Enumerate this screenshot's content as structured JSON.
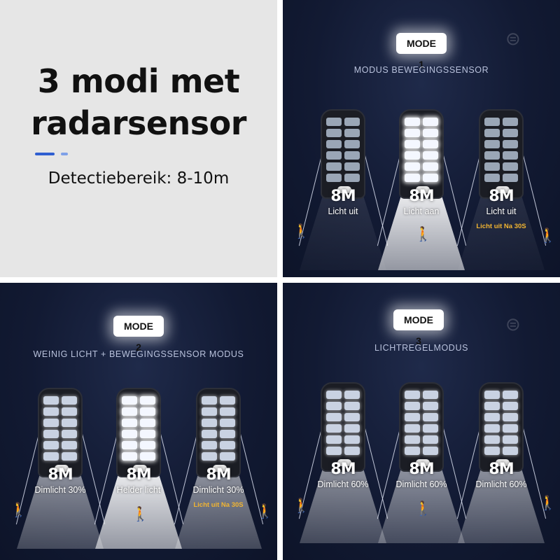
{
  "intro": {
    "headline_line1": "3 modi met",
    "headline_line2": "radarsensor",
    "subtitle": "Detectiebereik: 8-10m",
    "accent_colors": [
      "#2f5fd1",
      "#7ea0e8"
    ]
  },
  "mode1": {
    "badge": "MODE 1",
    "description": "MODUS BEWEGINGSSENSOR",
    "lamps": [
      {
        "range": "8M",
        "state": "Licht uit",
        "note": "",
        "light": "off"
      },
      {
        "range": "8M",
        "state": "Licht aan",
        "note": "",
        "light": "lit"
      },
      {
        "range": "8M",
        "state": "Licht uit",
        "note": "Licht uit Na 30S",
        "light": "off"
      }
    ]
  },
  "mode2": {
    "badge": "MODE 2",
    "description": "WEINIG LICHT + BEWEGINGSSENSOR MODUS",
    "lamps": [
      {
        "range": "8M",
        "state": "Dimlicht 30%",
        "note": "",
        "light": "dim"
      },
      {
        "range": "8M",
        "state": "Helder licht",
        "note": "",
        "light": "lit"
      },
      {
        "range": "8M",
        "state": "Dimlicht 30%",
        "note": "Licht uit Na 30S",
        "light": "dim"
      }
    ]
  },
  "mode3": {
    "badge": "MODE 3",
    "description": "LICHTREGELMODUS",
    "lamps": [
      {
        "range": "8M",
        "state": "Dimlicht 60%",
        "note": "",
        "light": "dim"
      },
      {
        "range": "8M",
        "state": "Dimlicht 60%",
        "note": "",
        "light": "dim"
      },
      {
        "range": "8M",
        "state": "Dimlicht 60%",
        "note": "",
        "light": "dim"
      }
    ]
  },
  "icons": {
    "person": "person-walking-icon",
    "lamp": "solar-street-lamp-icon",
    "watermark": "brand-watermark-icon"
  },
  "colors": {
    "panel_dark": "#121a33",
    "intro_bg": "#e6e6e6",
    "note_orange": "#f2b531",
    "desc_text": "#b9c2dc"
  }
}
